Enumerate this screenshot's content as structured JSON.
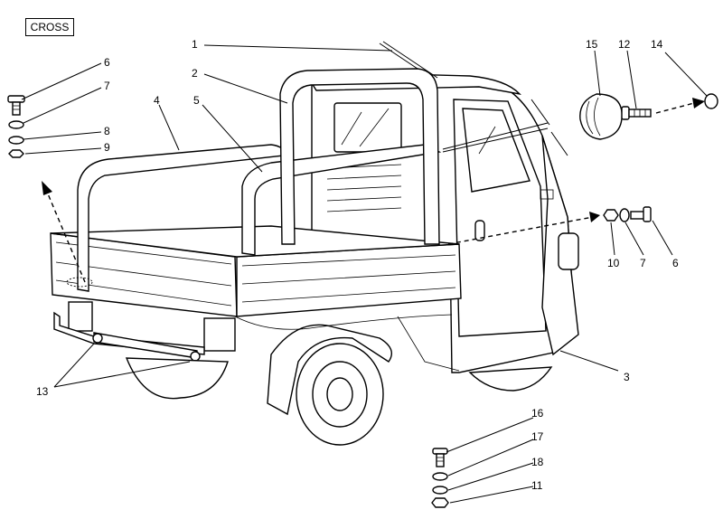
{
  "title_box": "CROSS",
  "callouts": {
    "n1": "1",
    "n2": "2",
    "n3": "3",
    "n4": "4",
    "n5": "5",
    "n6a": "6",
    "n7a": "7",
    "n8": "8",
    "n9": "9",
    "n15": "15",
    "n12": "12",
    "n14": "14",
    "n10": "10",
    "n7b": "7",
    "n6b": "6",
    "n13": "13",
    "n16": "16",
    "n17": "17",
    "n18": "18",
    "n11": "11"
  }
}
